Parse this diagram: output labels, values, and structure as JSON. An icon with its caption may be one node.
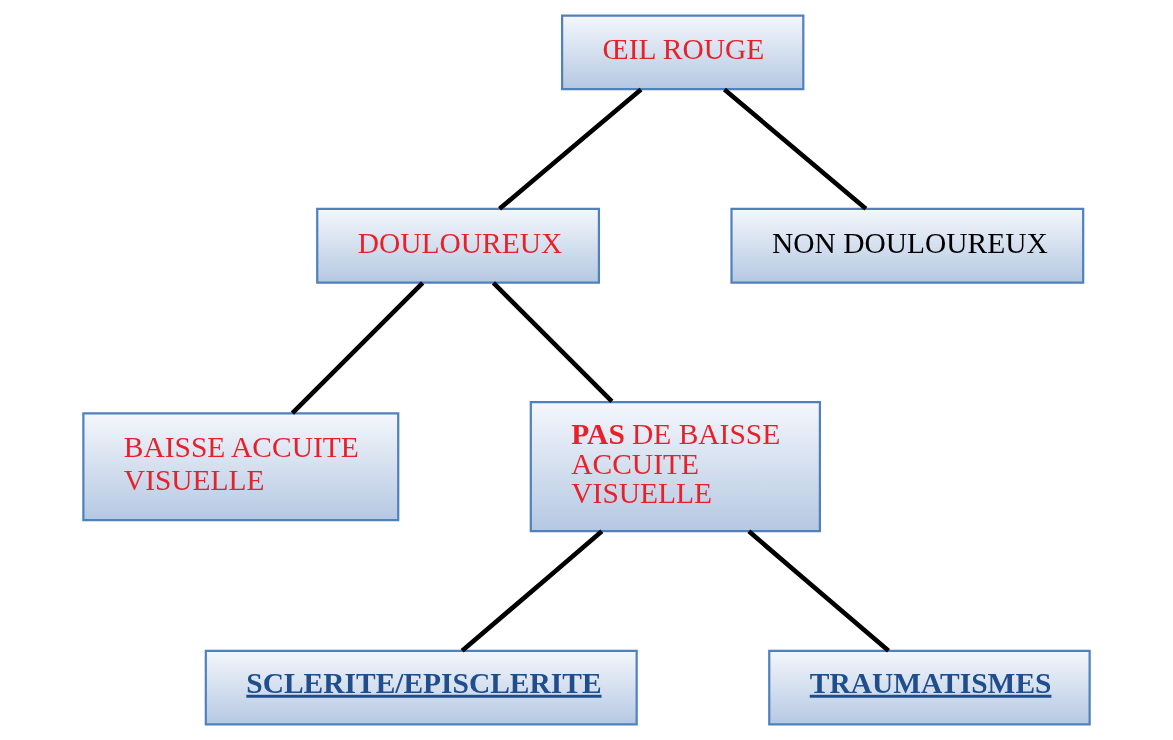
{
  "diagram": {
    "nodes": [
      {
        "text": [
          "ŒIL ROUGE"
        ]
      },
      {
        "text": [
          "DOULOUREUX"
        ]
      },
      {
        "text": [
          "NON DOULOUREUX"
        ]
      },
      {
        "text": [
          "BAISSE ACCUITE VISUELLE"
        ]
      },
      {
        "text": [
          "**PAS** DE BAISSE ACCUITE VISUELLE"
        ]
      },
      {
        "text": [
          "SCLERITE/EPISCLERITE"
        ]
      },
      {
        "text": [
          "TRAUMATISMES"
        ]
      }
    ],
    "edges": [
      {
        "from": 0,
        "to": 1,
        "arrow": "none"
      },
      {
        "from": 0,
        "to": 2,
        "arrow": "none"
      },
      {
        "from": 1,
        "to": 3,
        "arrow": "none"
      },
      {
        "from": 1,
        "to": 4,
        "arrow": "none"
      },
      {
        "from": 4,
        "to": 5,
        "arrow": "none"
      },
      {
        "from": 4,
        "to": 6,
        "arrow": "none"
      }
    ]
  }
}
